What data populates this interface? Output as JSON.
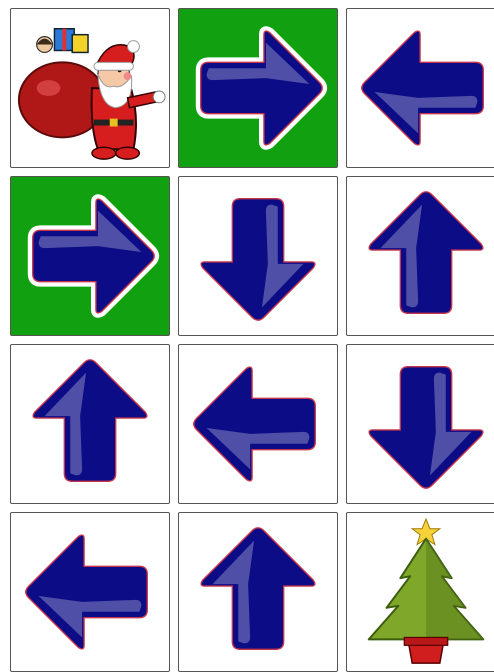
{
  "board": {
    "rows": 4,
    "cols": 3,
    "visited_color": "#10a010",
    "arrow_color": "#0c0c86",
    "cells": [
      {
        "id": "r1c1",
        "content": "santa-start",
        "visited": false
      },
      {
        "id": "r1c2",
        "content": "arrow-right",
        "visited": true
      },
      {
        "id": "r1c3",
        "content": "arrow-left",
        "visited": false
      },
      {
        "id": "r2c1",
        "content": "arrow-right",
        "visited": true
      },
      {
        "id": "r2c2",
        "content": "arrow-down",
        "visited": false
      },
      {
        "id": "r2c3",
        "content": "arrow-up",
        "visited": false
      },
      {
        "id": "r3c1",
        "content": "arrow-up",
        "visited": false
      },
      {
        "id": "r3c2",
        "content": "arrow-left",
        "visited": false
      },
      {
        "id": "r3c3",
        "content": "arrow-down",
        "visited": false
      },
      {
        "id": "r4c1",
        "content": "arrow-left",
        "visited": false
      },
      {
        "id": "r4c2",
        "content": "arrow-up",
        "visited": false
      },
      {
        "id": "r4c3",
        "content": "christmas-tree-goal",
        "visited": false
      }
    ]
  }
}
